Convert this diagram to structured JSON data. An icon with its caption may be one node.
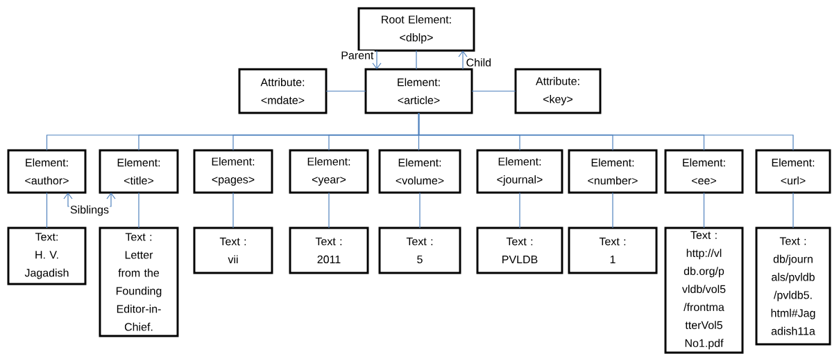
{
  "diagram": {
    "nodes": [
      {
        "text": [
          "Root Element:",
          "<dblp>"
        ]
      },
      {
        "text": [
          "Attribute:",
          "<mdate>"
        ]
      },
      {
        "text": [
          "Element:",
          "<article>"
        ]
      },
      {
        "text": [
          "Attribute:",
          "<key>"
        ]
      },
      {
        "text": [
          "Element:",
          "<author>"
        ]
      },
      {
        "text": [
          "Element:",
          "<title>"
        ]
      },
      {
        "text": [
          "Element:",
          "<pages>"
        ]
      },
      {
        "text": [
          "Element:",
          "<year>"
        ]
      },
      {
        "text": [
          "Element:",
          "<volume>"
        ]
      },
      {
        "text": [
          "Element:",
          "<journal>"
        ]
      },
      {
        "text": [
          "Element:",
          "<number>"
        ]
      },
      {
        "text": [
          "Element:",
          "<ee>"
        ]
      },
      {
        "text": [
          "Element:",
          "<url>"
        ]
      },
      {
        "text": [
          "Text:",
          "H. V. Jagadish"
        ]
      },
      {
        "text": [
          "Text :",
          "Letter from the Founding Editor-in- Chief."
        ]
      },
      {
        "text": [
          "Text :",
          "vii"
        ]
      },
      {
        "text": [
          "Text :",
          "2011"
        ]
      },
      {
        "text": [
          "Text :",
          "5"
        ]
      },
      {
        "text": [
          "Text :",
          "PVLDB"
        ]
      },
      {
        "text": [
          "Text :",
          "1"
        ]
      },
      {
        "text": [
          "Text :",
          "http://vl db.org/p vldb/vol5 /frontma tterVol5 No1.pdf"
        ]
      },
      {
        "text": [
          "Text :",
          "db/journ als/pvldb /pvldb5. html#Jag adish11a"
        ]
      }
    ],
    "edges": [
      {
        "from": 0,
        "to": 2,
        "arrow": "none"
      },
      {
        "from": 0,
        "to": 2,
        "arrow": "to",
        "label": "Parent"
      },
      {
        "from": 2,
        "to": 0,
        "arrow": "to",
        "label": "Child"
      },
      {
        "from": 1,
        "to": 2,
        "arrow": "none"
      },
      {
        "from": 2,
        "to": 3,
        "arrow": "none"
      },
      {
        "from": 2,
        "to": 4,
        "arrow": "none"
      },
      {
        "from": 2,
        "to": 5,
        "arrow": "none"
      },
      {
        "from": 2,
        "to": 6,
        "arrow": "none"
      },
      {
        "from": 2,
        "to": 7,
        "arrow": "none"
      },
      {
        "from": 2,
        "to": 8,
        "arrow": "none"
      },
      {
        "from": 2,
        "to": 9,
        "arrow": "none"
      },
      {
        "from": 2,
        "to": 10,
        "arrow": "none"
      },
      {
        "from": 2,
        "to": 11,
        "arrow": "none"
      },
      {
        "from": 2,
        "to": 12,
        "arrow": "none"
      },
      {
        "from": 4,
        "to": 13,
        "arrow": "none"
      },
      {
        "from": 5,
        "to": 14,
        "arrow": "none"
      },
      {
        "from": 6,
        "to": 15,
        "arrow": "none"
      },
      {
        "from": 7,
        "to": 16,
        "arrow": "none"
      },
      {
        "from": 8,
        "to": 17,
        "arrow": "none"
      },
      {
        "from": 9,
        "to": 18,
        "arrow": "none"
      },
      {
        "from": 10,
        "to": 19,
        "arrow": "none"
      },
      {
        "from": 11,
        "to": 20,
        "arrow": "none"
      },
      {
        "from": 12,
        "to": 21,
        "arrow": "none"
      },
      {
        "from": 4,
        "to": 5,
        "arrow": "both",
        "label": "Siblings"
      }
    ]
  }
}
